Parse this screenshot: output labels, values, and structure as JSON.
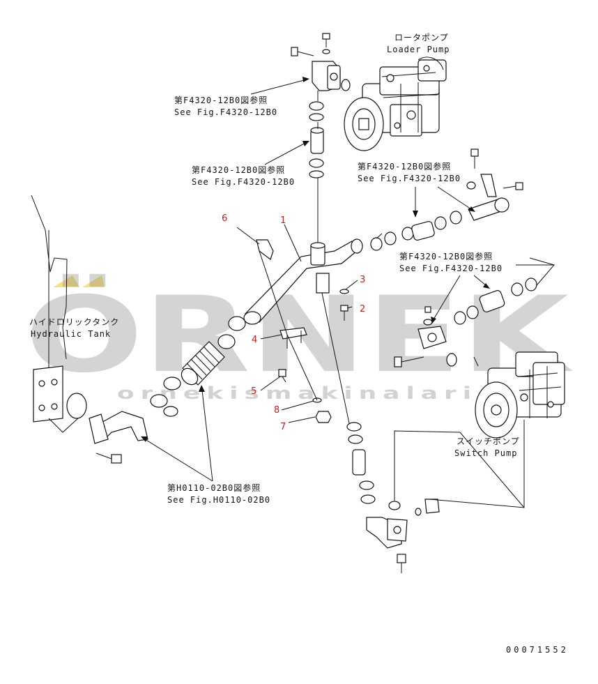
{
  "watermark": {
    "brand": "ÖRNEK",
    "url": "ornekismakinalari.com"
  },
  "labels": {
    "loader_pump_jp": "ロータポンプ",
    "loader_pump_en": "Loader Pump",
    "hydraulic_tank_jp": "ハイドロリックタンク",
    "hydraulic_tank_en": "Hydraulic Tank",
    "switch_pump_jp": "スイッチポンプ",
    "switch_pump_en": "Switch Pump"
  },
  "references": [
    {
      "jp": "第F4320-12B0図参照",
      "en": "See Fig.F4320-12B0"
    },
    {
      "jp": "第F4320-12B0図参照",
      "en": "See Fig.F4320-12B0"
    },
    {
      "jp": "第F4320-12B0図参照",
      "en": "See Fig.F4320-12B0"
    },
    {
      "jp": "第F4320-12B0図参照",
      "en": "See Fig.F4320-12B0"
    },
    {
      "jp": "第H0110-02B0図参照",
      "en": "See Fig.H0110-02B0"
    }
  ],
  "part_numbers": [
    "1",
    "2",
    "3",
    "4",
    "5",
    "6",
    "7",
    "8"
  ],
  "drawing_number": "00071552",
  "colors": {
    "line": "#111111",
    "part_number": "#c8201c",
    "watermark": "#7f7f7f",
    "watermark_accent": "#f0c419"
  }
}
